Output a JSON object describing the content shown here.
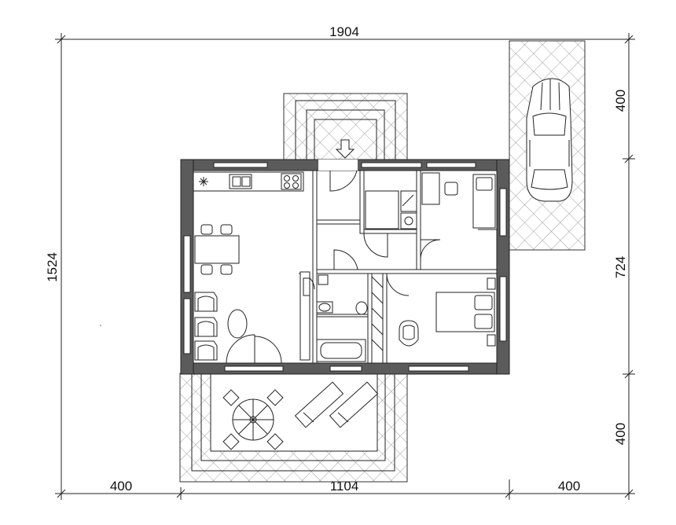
{
  "dimensions": {
    "total_width": "1904",
    "total_height": "1524",
    "bottom_left": "400",
    "bottom_middle": "1104",
    "bottom_right": "400",
    "right_top": "400",
    "right_middle": "724",
    "right_bottom": "400"
  },
  "icons": {
    "car": "car-icon",
    "entry_arrow": "entry-arrow-icon",
    "fridge_symbol": "snowflake-icon"
  },
  "colors": {
    "wall": "#5b5b5b",
    "line": "#222222",
    "background": "#ffffff"
  }
}
